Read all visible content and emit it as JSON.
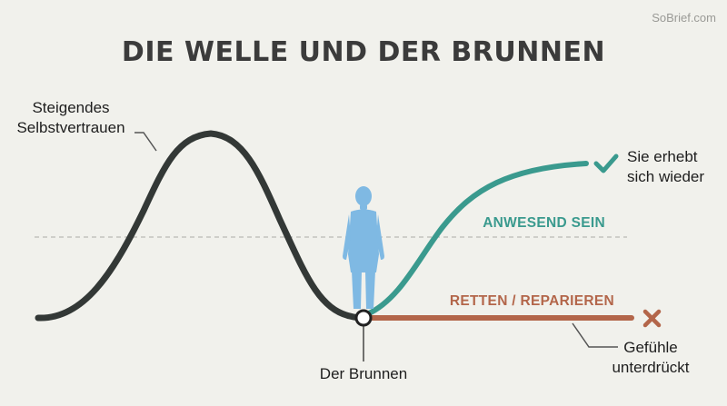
{
  "watermark": "SoBrief.com",
  "title": "DIE WELLE UND DER BRUNNEN",
  "labels": {
    "confidence_line1": "Steigendes",
    "confidence_line2": "Selbstvertrauen",
    "rises_line1": "Sie erhebt",
    "rises_line2": "sich wieder",
    "present": "ANWESEND SEIN",
    "fix": "RETTEN / REPARIEREN",
    "well": "Der Brunnen",
    "suppressed_line1": "Gefühle",
    "suppressed_line2": "unterdrückt"
  },
  "icons": {
    "check": "check-icon",
    "cross": "cross-icon",
    "person": "person-figure"
  },
  "colors": {
    "background": "#f1f1ec",
    "wave": "#333836",
    "teal": "#3a9a8e",
    "rust": "#b3664a",
    "figure": "#7fb9e3",
    "title": "#3b3b3b"
  }
}
